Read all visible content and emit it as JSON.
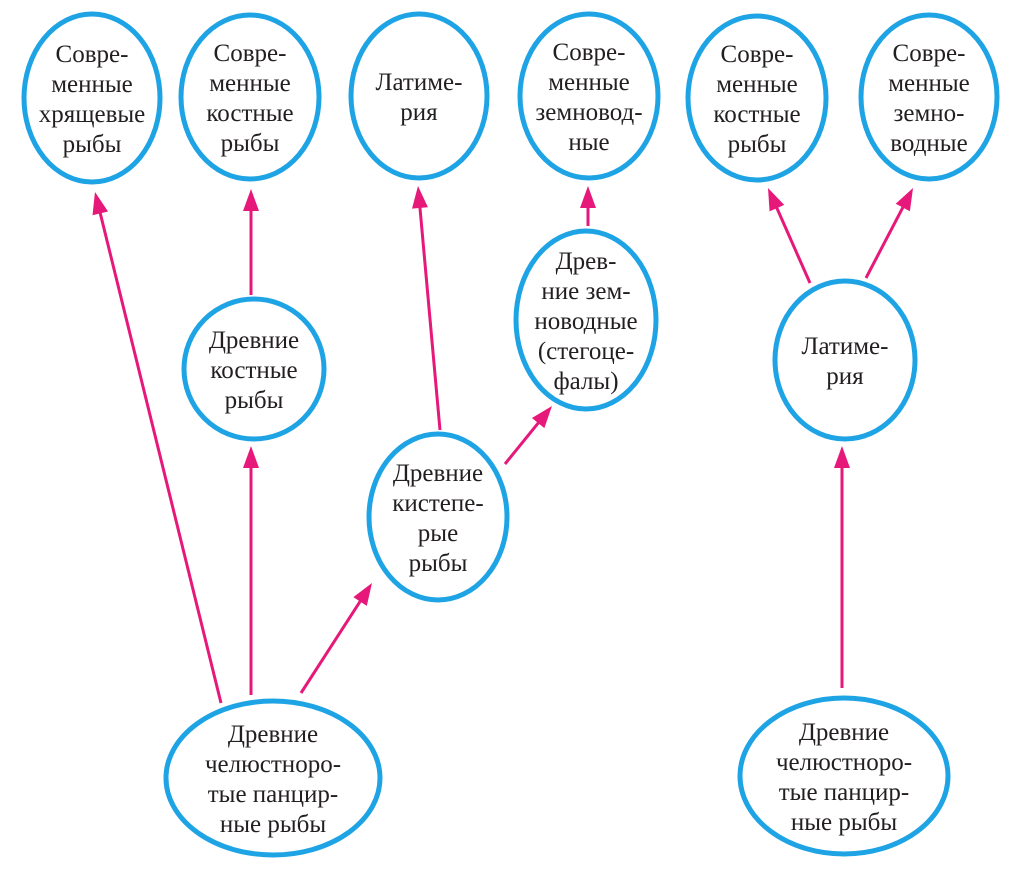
{
  "diagram": {
    "colors": {
      "node_outline": "#1ea4e4",
      "edge": "#e6197a",
      "text": "#231f20",
      "background": "#ffffff"
    },
    "nodes": [
      {
        "id": "modern-cartilaginous-fish",
        "lines": [
          "Совре-",
          "менные",
          "хрящевые",
          "рыбы"
        ]
      },
      {
        "id": "modern-bony-fish-1",
        "lines": [
          "Совре-",
          "менные",
          "костные",
          "рыбы"
        ]
      },
      {
        "id": "latimeria-1",
        "lines": [
          "Латиме-",
          "рия"
        ]
      },
      {
        "id": "modern-amphibians-1",
        "lines": [
          "Совре-",
          "менные",
          "земновод-",
          "ные"
        ]
      },
      {
        "id": "modern-bony-fish-2",
        "lines": [
          "Совре-",
          "менные",
          "костные",
          "рыбы"
        ]
      },
      {
        "id": "modern-amphibians-2",
        "lines": [
          "Совре-",
          "менные",
          "земно-",
          "водные"
        ]
      },
      {
        "id": "ancient-bony-fish",
        "lines": [
          "Древние",
          "костные",
          "рыбы"
        ]
      },
      {
        "id": "ancient-amphibians",
        "lines": [
          "Древ-",
          "ние зем-",
          "новодные",
          "(стегоце-",
          "фалы)"
        ]
      },
      {
        "id": "ancient-lobe-finned-fish",
        "lines": [
          "Древние",
          "кистепе-",
          "рые",
          "рыбы"
        ]
      },
      {
        "id": "latimeria-2",
        "lines": [
          "Латиме-",
          "рия"
        ]
      },
      {
        "id": "ancient-placoderms-1",
        "lines": [
          "Древние",
          "челюстноро-",
          "тые панцир-",
          "ные рыбы"
        ]
      },
      {
        "id": "ancient-placoderms-2",
        "lines": [
          "Древние",
          "челюстноро-",
          "тые панцир-",
          "ные рыбы"
        ]
      }
    ],
    "edges": [
      {
        "from": "ancient-placoderms-1",
        "to": "modern-cartilaginous-fish"
      },
      {
        "from": "ancient-placoderms-1",
        "to": "ancient-bony-fish"
      },
      {
        "from": "ancient-placoderms-1",
        "to": "ancient-lobe-finned-fish"
      },
      {
        "from": "ancient-bony-fish",
        "to": "modern-bony-fish-1"
      },
      {
        "from": "ancient-lobe-finned-fish",
        "to": "latimeria-1"
      },
      {
        "from": "ancient-lobe-finned-fish",
        "to": "ancient-amphibians"
      },
      {
        "from": "ancient-amphibians",
        "to": "modern-amphibians-1"
      },
      {
        "from": "ancient-placoderms-2",
        "to": "latimeria-2"
      },
      {
        "from": "latimeria-2",
        "to": "modern-bony-fish-2"
      },
      {
        "from": "latimeria-2",
        "to": "modern-amphibians-2"
      }
    ]
  }
}
